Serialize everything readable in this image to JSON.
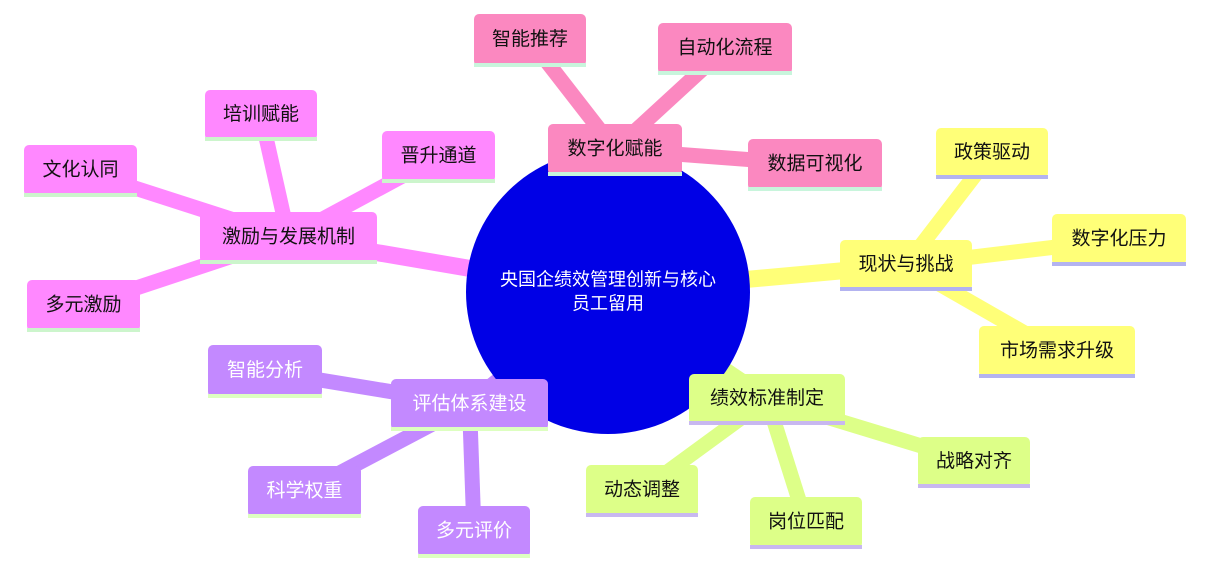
{
  "root": {
    "lines": [
      "央国企绩效管理创新与核心",
      "员工留用"
    ],
    "color": "#0000e6"
  },
  "branches": [
    {
      "label": "数字化赋能",
      "color": "#fb88c0",
      "text_color": "#111111",
      "underline": "#c8f5dc",
      "children": [
        "智能推荐",
        "自动化流程",
        "数据可视化"
      ]
    },
    {
      "label": "现状与挑战",
      "color": "#ffff78",
      "text_color": "#111111",
      "underline": "#b3b3f0",
      "children": [
        "政策驱动",
        "数字化压力",
        "市场需求升级"
      ]
    },
    {
      "label": "绩效标准制定",
      "color": "#ddff88",
      "text_color": "#111111",
      "underline": "#c8b8f0",
      "children": [
        "战略对齐",
        "岗位匹配",
        "动态调整"
      ]
    },
    {
      "label": "评估体系建设",
      "color": "#c389ff",
      "text_color": "#ffffff",
      "underline": "#ddffc0",
      "children": [
        "智能分析",
        "科学权重",
        "多元评价"
      ]
    },
    {
      "label": "激励与发展机制",
      "color": "#ff88ff",
      "text_color": "#111111",
      "underline": "#ccf5cc",
      "children": [
        "培训赋能",
        "晋升通道",
        "文化认同",
        "多元激励"
      ]
    }
  ]
}
